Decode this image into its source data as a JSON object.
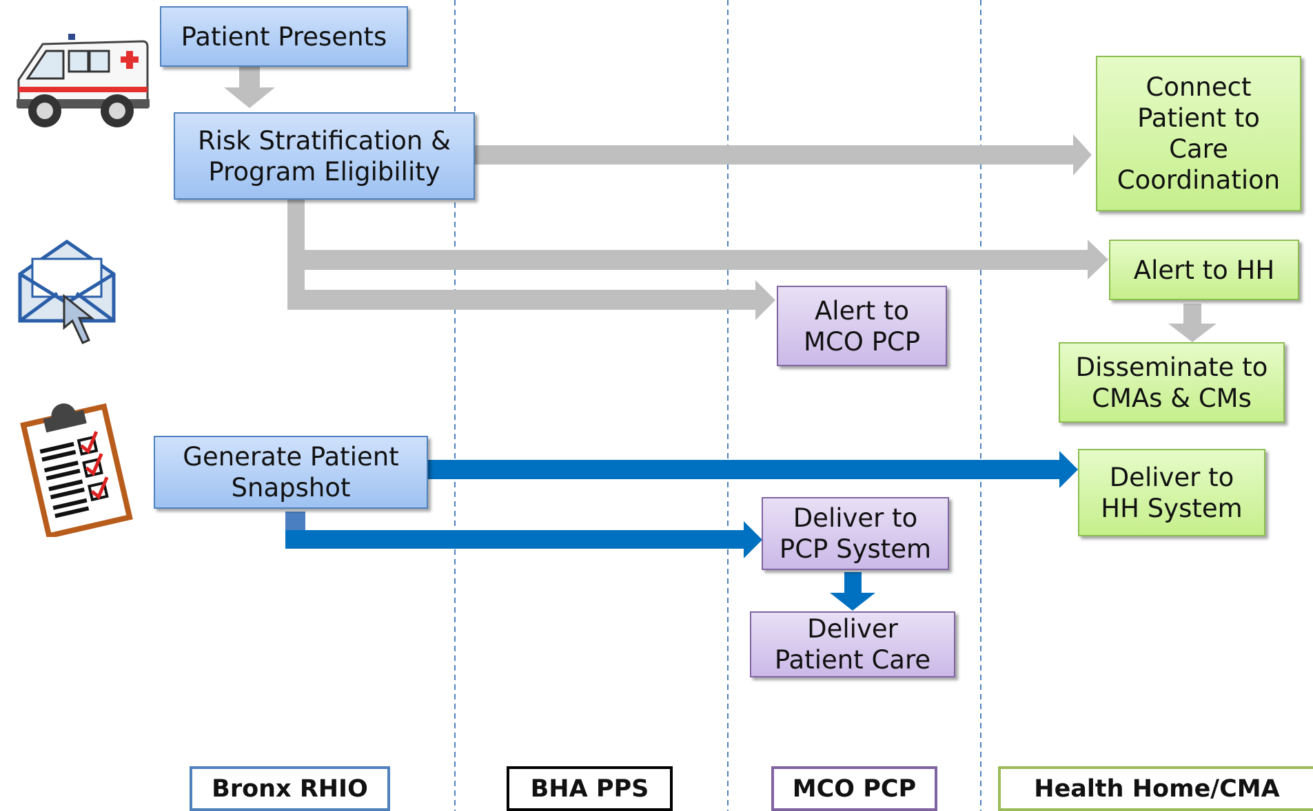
{
  "lanes": [
    {
      "label": "Bronx RHIO",
      "color": "#4f81bd"
    },
    {
      "label": "BHA PPS",
      "color": "#000000"
    },
    {
      "label": "MCO PCP",
      "color": "#8064a2"
    },
    {
      "label": "Health Home/CMA",
      "color": "#9bbb59"
    }
  ],
  "nodes": {
    "patient_presents": "Patient Presents",
    "risk_stratification": "Risk Stratification &\nProgram Eligibility",
    "connect_patient": "Connect\nPatient to\nCare\nCoordination",
    "alert_hh": "Alert to HH",
    "alert_mco_pcp": "Alert to\nMCO PCP",
    "disseminate": "Disseminate to\nCMAs & CMs",
    "generate_snapshot": "Generate Patient\nSnapshot",
    "deliver_hh_system": "Deliver to\nHH System",
    "deliver_pcp_system": "Deliver to\nPCP System",
    "deliver_patient_care": "Deliver\nPatient Care"
  },
  "icons": [
    "ambulance-icon",
    "email-envelope-icon",
    "clipboard-checklist-icon"
  ],
  "colors": {
    "gray_arrow": "#bfbfbf",
    "blue_arrow": "#0070c0",
    "lane_divider": "#4f81bd"
  }
}
